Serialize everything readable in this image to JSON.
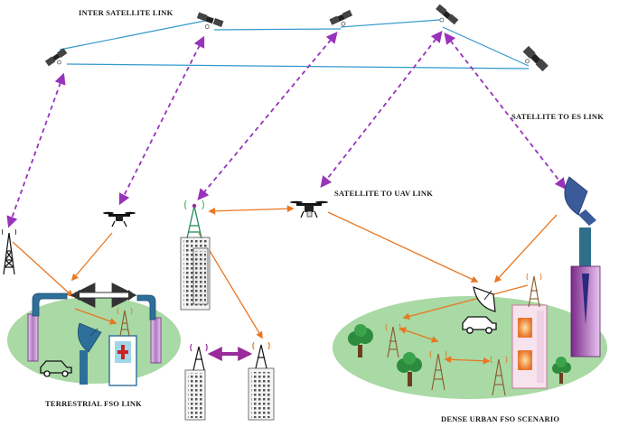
{
  "labels": {
    "inter_satellite_link": "INTER SATELLITE LINK",
    "satellite_to_es_link": "SATELLITE TO ES LINK",
    "satellite_to_uav_link": "SATELLITE TO UAV LINK",
    "terrestrial_fso_link": "TERRESTRIAL FSO LINK",
    "dense_urban_fso_scenario": "DENSE URBAN FSO SCENARIO"
  },
  "colors": {
    "inter_satellite_line": "#3399cc",
    "satellite_ground_link": "#9933bb",
    "optical_link": "#e87722",
    "ground_ellipse": "#a9d9a5",
    "terrestrial_pipe": "#2d6f99",
    "tower": "#8a5a2b",
    "purple_pillar": "#c79fd4",
    "tree": "#2e8b3d"
  },
  "icons": [
    "satellite-icon",
    "drone-icon",
    "radio-tower-icon",
    "dish-antenna-icon",
    "building-icon",
    "car-icon",
    "tree-icon",
    "ground-station-icon"
  ]
}
